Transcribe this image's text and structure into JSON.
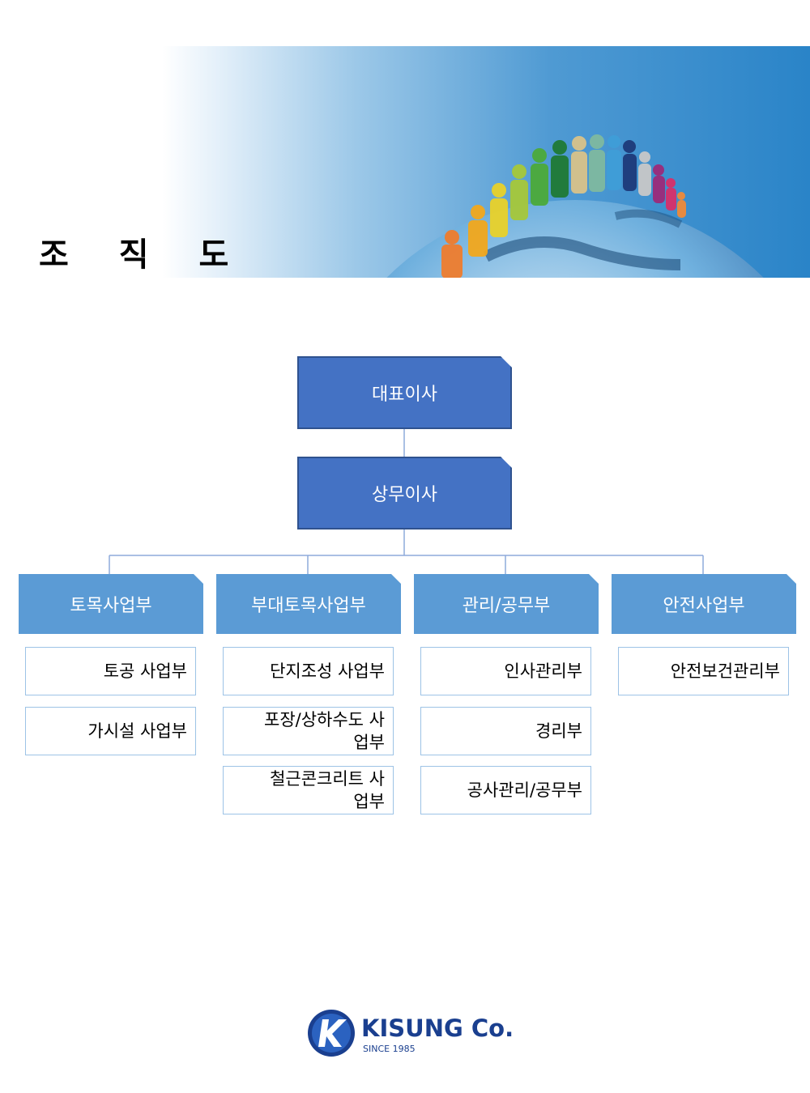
{
  "page": {
    "title": "조 직 도"
  },
  "org": {
    "ceo": "대표이사",
    "director": "상무이사",
    "departments": [
      {
        "name": "토목사업부",
        "teams": [
          "토공 사업부",
          "가시설 사업부"
        ]
      },
      {
        "name": "부대토목사업부",
        "teams": [
          "단지조성 사업부",
          "포장/상하수도 사업부",
          "철근콘크리트 사업부"
        ]
      },
      {
        "name": "관리/공무부",
        "teams": [
          "인사관리부",
          "경리부",
          "공사관리/공무부"
        ]
      },
      {
        "name": "안전사업부",
        "teams": [
          "안전보건관리부"
        ]
      }
    ]
  },
  "logo": {
    "name": "KISUNG Co.",
    "since": "SINCE 1985"
  },
  "colors": {
    "exec_box": "#4472c4",
    "dept_box": "#5b9bd5",
    "team_border": "#9dc3e6",
    "connector": "#8eaadb"
  }
}
